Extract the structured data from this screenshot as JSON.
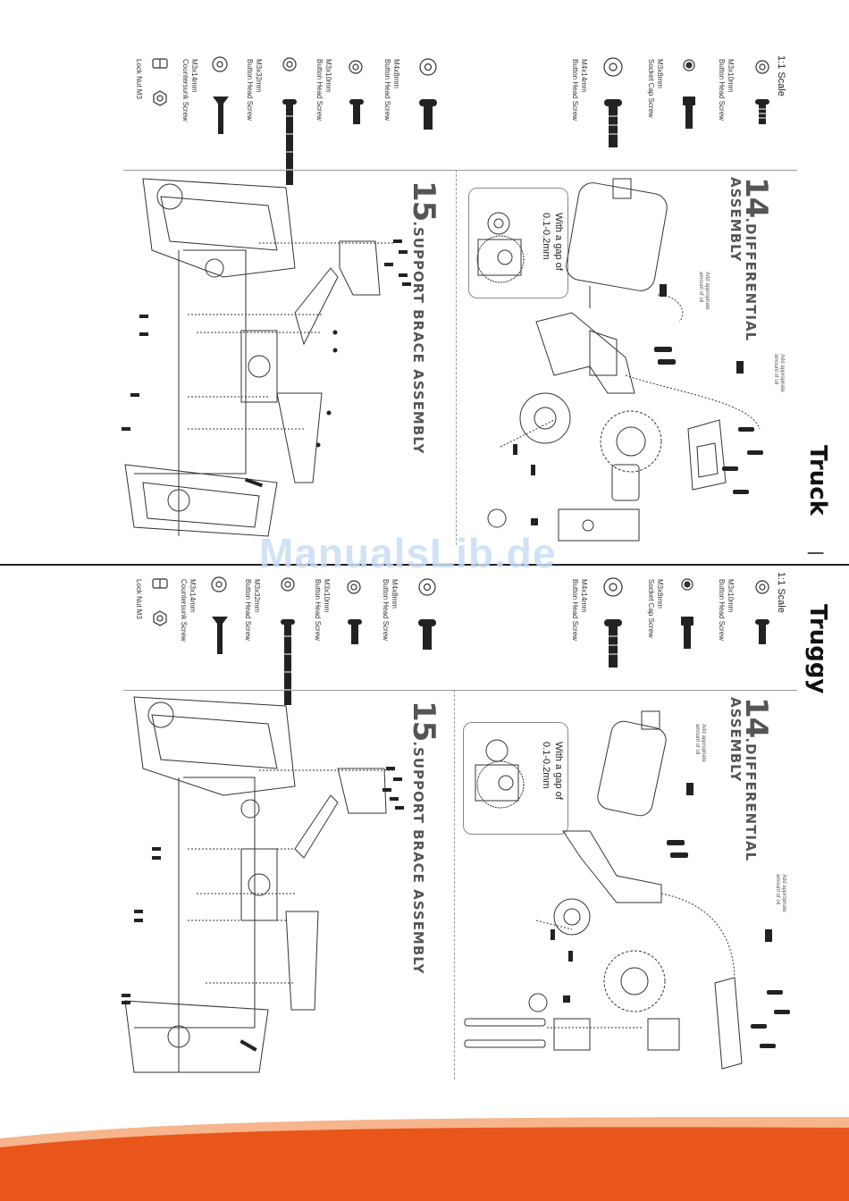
{
  "headers": {
    "truck": "Truck",
    "separator": "|",
    "truggy": "Truggy"
  },
  "scale_label": "1:1 Scale",
  "truck_parts": [
    {
      "label_line1": "M3x10mm",
      "label_line2": "Button Head Screw"
    },
    {
      "label_line1": "M3x8mm",
      "label_line2": "Socket Cap Screw"
    },
    {
      "label_line1": "M4x14mm",
      "label_line2": "Button Head Screw"
    },
    {
      "label_line1": "M4x8mm",
      "label_line2": "Button Head Screw"
    },
    {
      "label_line1": "M3x10mm",
      "label_line2": "Button Head Screw"
    },
    {
      "label_line1": "M3x32mm",
      "label_line2": "Button Head Screw"
    },
    {
      "label_line1": "M3x14mm",
      "label_line2": "Countersunk Screw"
    },
    {
      "label_line1": "Lock Nut M3",
      "label_line2": ""
    }
  ],
  "truggy_parts": [
    {
      "label_line1": "M3x10mm",
      "label_line2": "Button Head Screw"
    },
    {
      "label_line1": "M3x8mm",
      "label_line2": "Socket Cap Screw"
    },
    {
      "label_line1": "M4x14mm",
      "label_line2": "Button Head Screw"
    },
    {
      "label_line1": "M4x8mm",
      "label_line2": "Button Head Screw"
    },
    {
      "label_line1": "M3x10mm",
      "label_line2": "Button Head Screw"
    },
    {
      "label_line1": "M3x32mm",
      "label_line2": "Button Head Screw"
    },
    {
      "label_line1": "M3x14mm",
      "label_line2": "Countersunk Screw"
    },
    {
      "label_line1": "Lock Nut M3",
      "label_line2": ""
    }
  ],
  "steps": {
    "differential": {
      "number": "14",
      "title_line1": ".DIFFERENTIAL",
      "title_line2": "ASSEMBLY"
    },
    "support_brace": {
      "number": "15",
      "title": ".SUPPORT BRACE ASSEMBLY"
    }
  },
  "gap_note": {
    "line1": "With a gap of",
    "line2": "0.1-0.2mm"
  },
  "oil_note": {
    "line1": "Add appropriate",
    "line2": "amount of oil"
  },
  "watermark": "ManualsLib.de",
  "colors": {
    "footer_orange": "#e8561c",
    "footer_light": "#f4a268",
    "line": "#333333"
  }
}
